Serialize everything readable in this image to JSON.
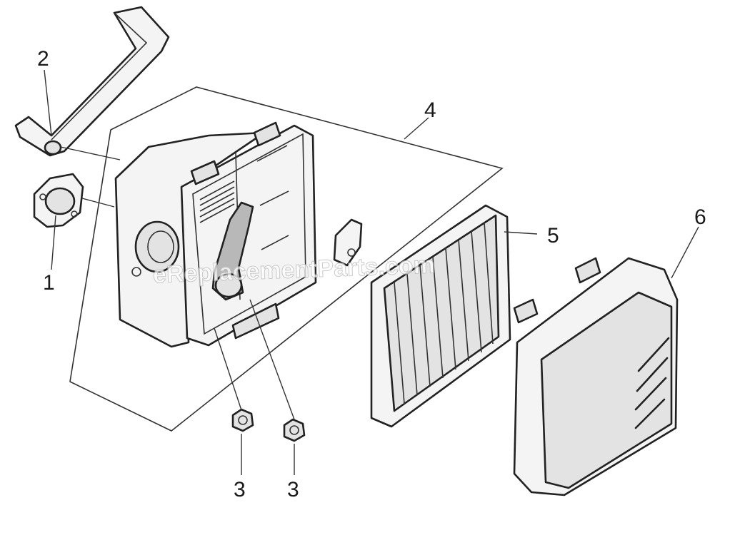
{
  "watermark": "eReplacementParts.com",
  "callouts": [
    {
      "id": "gasket",
      "label": "1"
    },
    {
      "id": "breather-tube",
      "label": "2"
    },
    {
      "id": "nut-left",
      "label": "3"
    },
    {
      "id": "nut-right",
      "label": "3"
    },
    {
      "id": "air-cleaner-base-assembly",
      "label": "4"
    },
    {
      "id": "air-filter-element",
      "label": "5"
    },
    {
      "id": "air-cleaner-cover",
      "label": "6"
    }
  ],
  "colors": {
    "line": "#222222",
    "background": "#ffffff",
    "shade": "#e3e3e3"
  }
}
